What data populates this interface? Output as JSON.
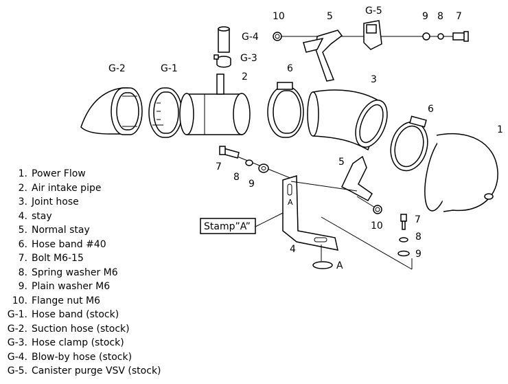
{
  "callouts": {
    "c10_top": "10",
    "c5_top": "5",
    "cG5": "G-5",
    "c9_top": "9",
    "c8_top": "8",
    "c7_top": "7",
    "cG4": "G-4",
    "cG3": "G-3",
    "cG2": "G-2",
    "cG1": "G-1",
    "c2": "2",
    "c6_top": "6",
    "c3": "3",
    "c6_right": "6",
    "c1": "1",
    "c7_mid": "7",
    "c8_mid": "8",
    "c9_mid": "9",
    "c5_mid": "5",
    "c10_mid": "10",
    "c7_low": "7",
    "c8_low": "8",
    "c9_low": "9",
    "c4": "4",
    "cA_mark": "A",
    "cA_bottom": "A"
  },
  "stamp_label": "Stamp”A”",
  "legend": [
    {
      "num": "1.",
      "text": "Power Flow"
    },
    {
      "num": "2.",
      "text": "Air intake pipe"
    },
    {
      "num": "3.",
      "text": "Joint hose"
    },
    {
      "num": "4.",
      "text": "stay"
    },
    {
      "num": "5.",
      "text": "Normal stay"
    },
    {
      "num": "6.",
      "text": "Hose band  #40"
    },
    {
      "num": "7.",
      "text": "Bolt  M6-15"
    },
    {
      "num": "8.",
      "text": "Spring washer  M6"
    },
    {
      "num": "9.",
      "text": "Plain washer  M6"
    },
    {
      "num": "10.",
      "text": "Flange nut  M6"
    },
    {
      "num": "G-1.",
      "text": "Hose band (stock)"
    },
    {
      "num": "G-2.",
      "text": "Suction hose (stock)"
    },
    {
      "num": "G-3.",
      "text": "Hose clamp (stock)"
    },
    {
      "num": "G-4.",
      "text": "Blow-by hose (stock)"
    },
    {
      "num": "G-5.",
      "text": "Canister purge VSV (stock)"
    }
  ]
}
